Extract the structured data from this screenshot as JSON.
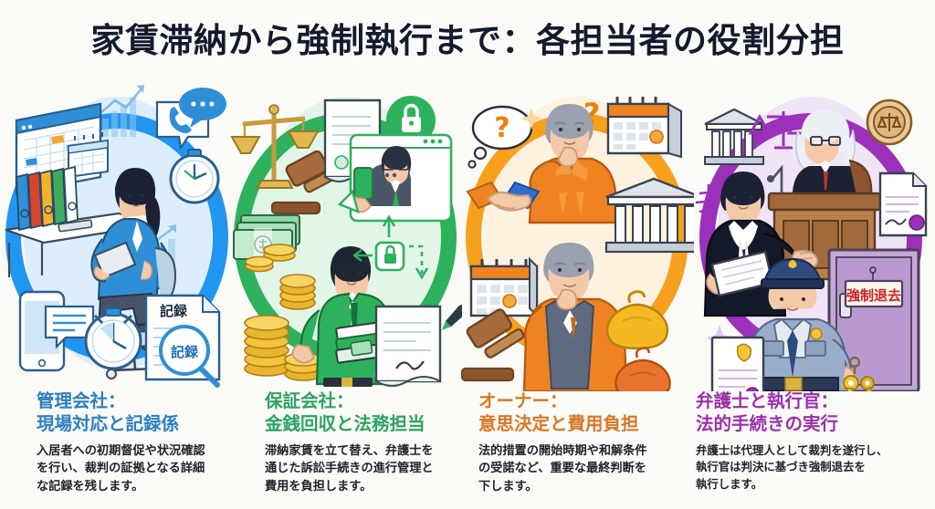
{
  "page": {
    "title": "家賃滞納から強制執行まで：各担当者の役割分担",
    "background_color": "#fafaf6",
    "title_color": "#141a2e"
  },
  "columns": [
    {
      "id": "management-company",
      "ring_color": "#2196f0",
      "blob_color": "#dceefc",
      "heading_color": "#2b7fc0",
      "heading": "管理会社：\n現場対応と記録係",
      "body": "入居者への初期督促や状況確認\nを行い、裁判の証拠となる詳細\nな記録を残します。",
      "scene": {
        "description": "office-worker-at-desk",
        "labels": [
          "記録",
          "記録"
        ],
        "icons": [
          "calendar-screen-icon",
          "binder-shelf-icon",
          "phone-call-icon",
          "chat-bubble-icon",
          "stopwatch-icon",
          "smartphone-message-icon",
          "bar-chart-growth-icon",
          "document-magnifier-icon"
        ]
      }
    },
    {
      "id": "guarantee-company",
      "ring_color": "#2eb15c",
      "blob_color": "#e2f6e8",
      "heading_color": "#2ba364",
      "heading": "保証会社：\n金銭回収と法務担当",
      "body": "滞納家賃を立て替え、弁護士を\n通じた訴訟手続きの進行管理と\n費用を負担します。",
      "scene": {
        "description": "businessman-with-coins",
        "labels": [],
        "icons": [
          "scales-of-justice-icon",
          "gavel-icon",
          "banknote-stack-icon",
          "coin-stack-icon",
          "contract-document-icon",
          "lock-bubble-icon",
          "video-call-icon",
          "signature-pen-icon",
          "arrow-flow-icon"
        ]
      }
    },
    {
      "id": "owner",
      "ring_color": "#f6a01e",
      "blob_color": "#fdf1e0",
      "heading_color": "#d97726",
      "heading": "オーナー：\n意思決定と費用負担",
      "body": "法的措置の開始時期や和解条件\nの受諾など、重要な最終判断を\n下します。",
      "scene": {
        "description": "owner-deliberating",
        "labels": [],
        "icons": [
          "question-mark-icon",
          "thought-bubble-icon",
          "calendar-icon",
          "handshake-icon",
          "courthouse-icon",
          "gavel-icon",
          "coin-purse-icon"
        ]
      }
    },
    {
      "id": "lawyer-and-bailiff",
      "ring_color": "#9b30ba",
      "blob_color": "#f0e4f7",
      "heading_color": "#9b2fac",
      "heading": "弁護士と執行官：\n法的手続きの実行",
      "body": "弁護士は代理人として裁判を遂行し、\n執行官は判決に基づき強制退去を\n執行します。",
      "scene": {
        "description": "courtroom-and-eviction",
        "labels": [
          "強制退去"
        ],
        "icons": [
          "courthouse-icon",
          "scales-of-justice-icon",
          "judge-icon",
          "lawyer-icon",
          "official-seal-icon",
          "legal-document-icon",
          "bailiff-officer-icon",
          "door-icon",
          "keys-icon",
          "sparkle-icon"
        ]
      }
    }
  ]
}
